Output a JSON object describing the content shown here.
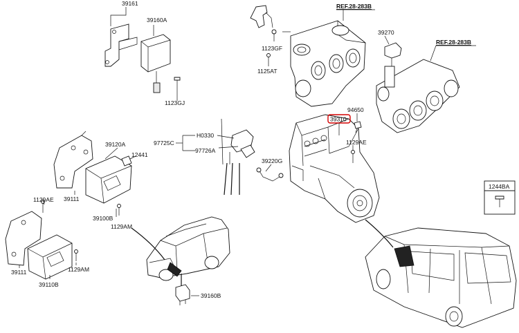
{
  "labels": {
    "p39161": "39161",
    "p39160A": "39160A",
    "p1123GJ": "1123GJ",
    "p1123GF": "1123GF",
    "p1125AT": "1125AT",
    "ref_top1": "REF.28-283B",
    "ref_top2": "REF.28-283B",
    "p39270": "39270",
    "p94650": "94650",
    "p39310": "39310",
    "p1129AE_right": "1129AE",
    "pH0330": "H0330",
    "p97725C": "97725C",
    "p97726A": "97726A",
    "p39220G": "39220G",
    "p39120A": "39120A",
    "p12441": "12441",
    "p39111_top": "39111",
    "p39100B": "39100B",
    "p1129AM_top": "1129AM",
    "p1129AE_left": "1129AE",
    "p39111_bottom": "39111",
    "p39110B": "39110B",
    "p1129AM_bottom": "1129AM",
    "p39160B": "39160B",
    "p1244BA": "1244BA"
  },
  "highlight": {
    "part": "39310",
    "color": "#d40000"
  }
}
